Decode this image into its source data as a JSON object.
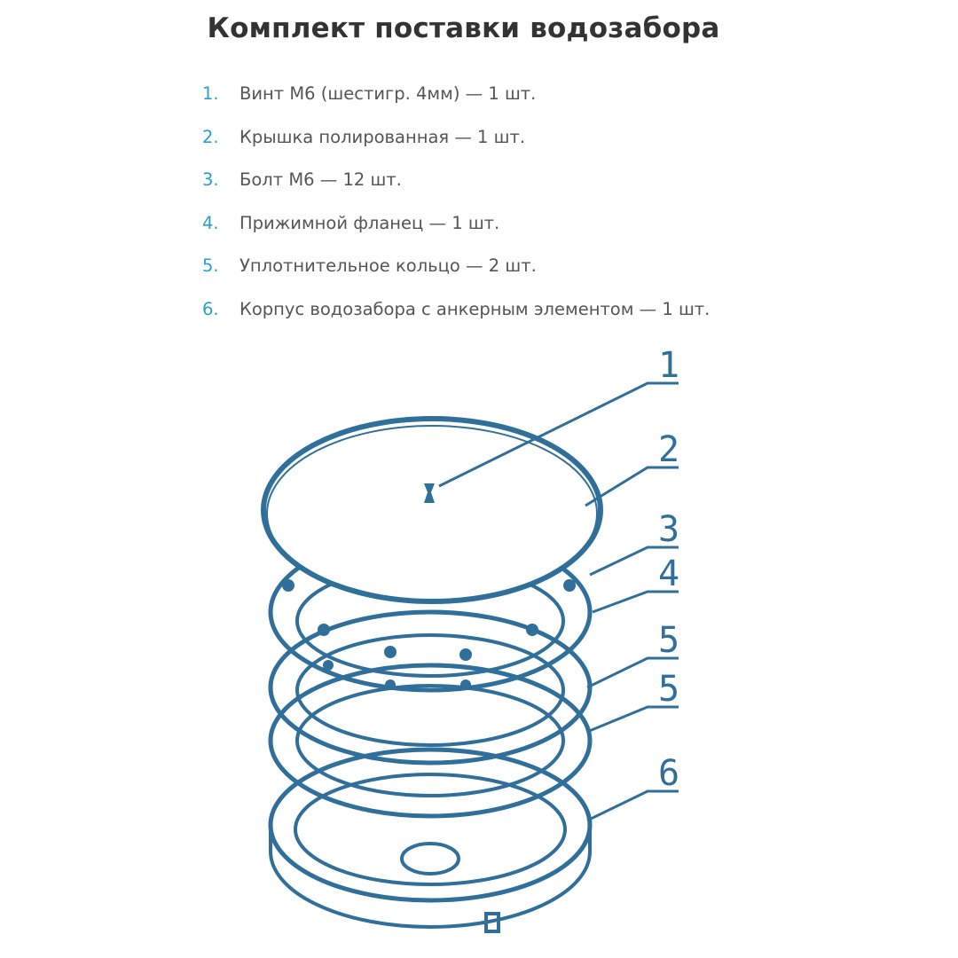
{
  "title": "Комплект поставки водозабора",
  "items": [
    {
      "num": "1.",
      "text": "Винт М6 (шестигр. 4мм) — 1 шт."
    },
    {
      "num": "2.",
      "text": "Крышка полированная — 1 шт."
    },
    {
      "num": "3.",
      "text": "Болт М6 — 12 шт."
    },
    {
      "num": "4.",
      "text": "Прижимной фланец — 1 шт."
    },
    {
      "num": "5.",
      "text": "Уплотнительное кольцо — 2 шт."
    },
    {
      "num": "6.",
      "text": "Корпус водозабора с анкерным элементом — 1 шт."
    }
  ],
  "diagram": {
    "labels": [
      "1",
      "2",
      "3",
      "4",
      "5",
      "5",
      "6"
    ],
    "line_color": "#2f6f9a"
  }
}
